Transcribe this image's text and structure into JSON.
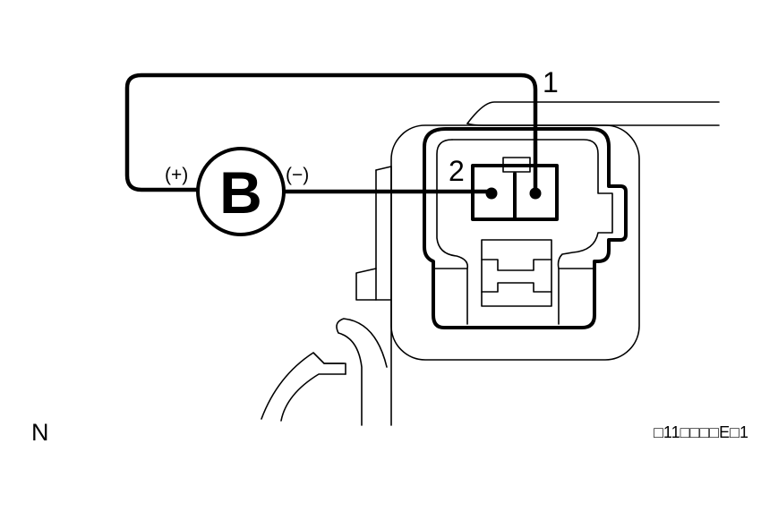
{
  "diagram": {
    "meter_symbol": "B",
    "positive_label": "(+)",
    "negative_label": "(−)",
    "terminal_1_label": "1",
    "terminal_2_label": "2",
    "view_indicator": "N",
    "figure_code": "□11□□□□E□1"
  }
}
